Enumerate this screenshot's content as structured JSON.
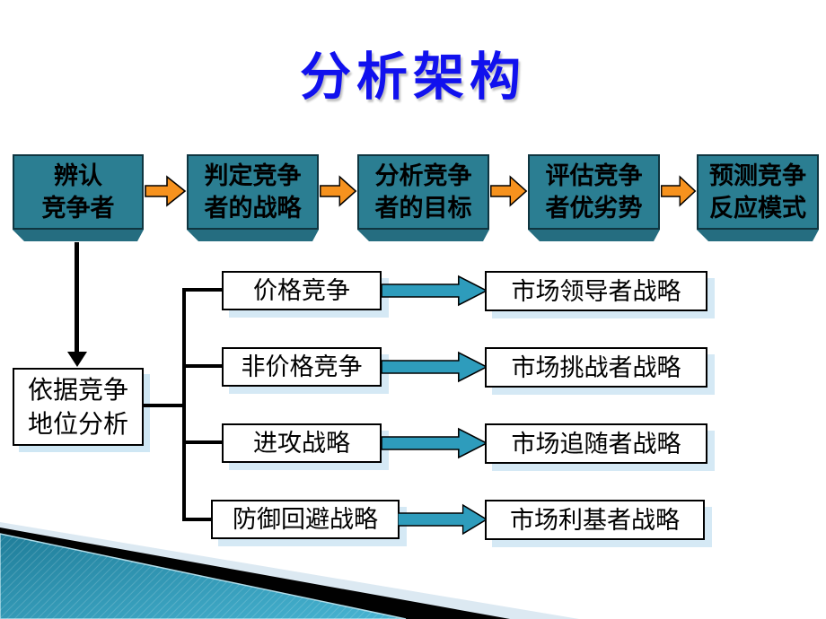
{
  "title": "分析架构",
  "flow": {
    "steps": [
      {
        "label": "辨认\n竞争者"
      },
      {
        "label": "判定竞争\n者的战略"
      },
      {
        "label": "分析竞争\n者的目标"
      },
      {
        "label": "评估竞争\n者优劣势"
      },
      {
        "label": "预测竞争\n反应模式"
      }
    ]
  },
  "branch": {
    "source": "依据竞争\n地位分析",
    "rows": [
      {
        "left": "价格竞争",
        "right": "市场领导者战略"
      },
      {
        "left": "非价格竞争",
        "right": "市场挑战者战略"
      },
      {
        "left": "进攻战略",
        "right": "市场追随者战略"
      },
      {
        "left": "防御回避战略",
        "right": "市场利基者战略"
      }
    ]
  },
  "colors": {
    "title_blue": "#1111ee",
    "box_teal": "#2b7e92",
    "box_bevel": "#256d80",
    "arrow_orange": "#f6921e",
    "arrow_teal": "#2e9cbc",
    "shadow_blue": "#d5e9f5",
    "decoration_teal_dark": "#1f7d99",
    "decoration_teal_light": "#48b5d3",
    "decoration_pale_blue": "#dce9f2"
  }
}
